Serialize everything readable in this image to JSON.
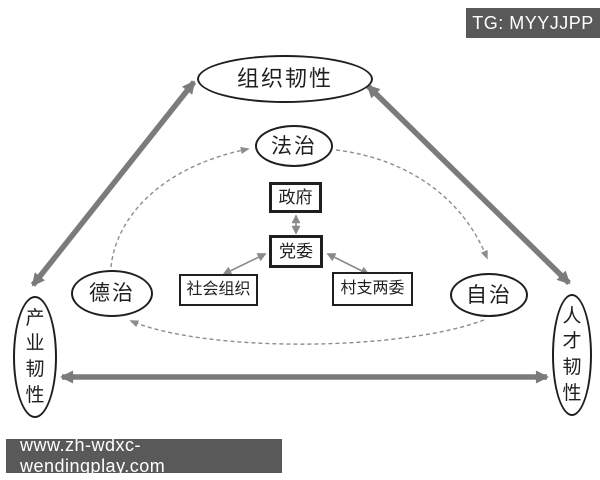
{
  "badge": {
    "label": "TG: MYYJJPP"
  },
  "watermark": {
    "label": "www.zh-wdxc-wendingplay.com"
  },
  "diagram": {
    "nodes": {
      "org_resilience": "组织韧性",
      "rule_of_law": "法治",
      "government": "政府",
      "party_committee": "党委",
      "social_org": "社会组织",
      "village_committees": "村支两委",
      "rule_of_virtue": "德治",
      "autonomy": "自治",
      "industry_resilience": "产业韧性",
      "talent_resilience": "人才韧性"
    },
    "edges": [
      {
        "from": "产业韧性",
        "to": "组织韧性",
        "style": "thick-double-arrow"
      },
      {
        "from": "组织韧性",
        "to": "人才韧性",
        "style": "thick-double-arrow"
      },
      {
        "from": "产业韧性",
        "to": "人才韧性",
        "style": "thick-double-arrow"
      },
      {
        "from": "政府",
        "to": "党委",
        "style": "thin-double-arrow"
      },
      {
        "from": "党委",
        "to": "社会组织",
        "style": "thin-double-arrow"
      },
      {
        "from": "党委",
        "to": "村支两委",
        "style": "thin-double-arrow"
      },
      {
        "from": "德治",
        "to": "法治",
        "style": "dashed-arrow"
      },
      {
        "from": "法治",
        "to": "自治",
        "style": "dashed-arrow"
      },
      {
        "from": "自治",
        "to": "德治",
        "style": "dashed-arrow"
      }
    ],
    "colors": {
      "background": "#ffffff",
      "node_border": "#1f1f1f",
      "thick_arrow": "#7b7b7b",
      "thin_arrow": "#8a8a8a",
      "dashed_line": "#8d8d8d",
      "overlay_bg": "#595959",
      "overlay_text": "#ffffff"
    }
  }
}
